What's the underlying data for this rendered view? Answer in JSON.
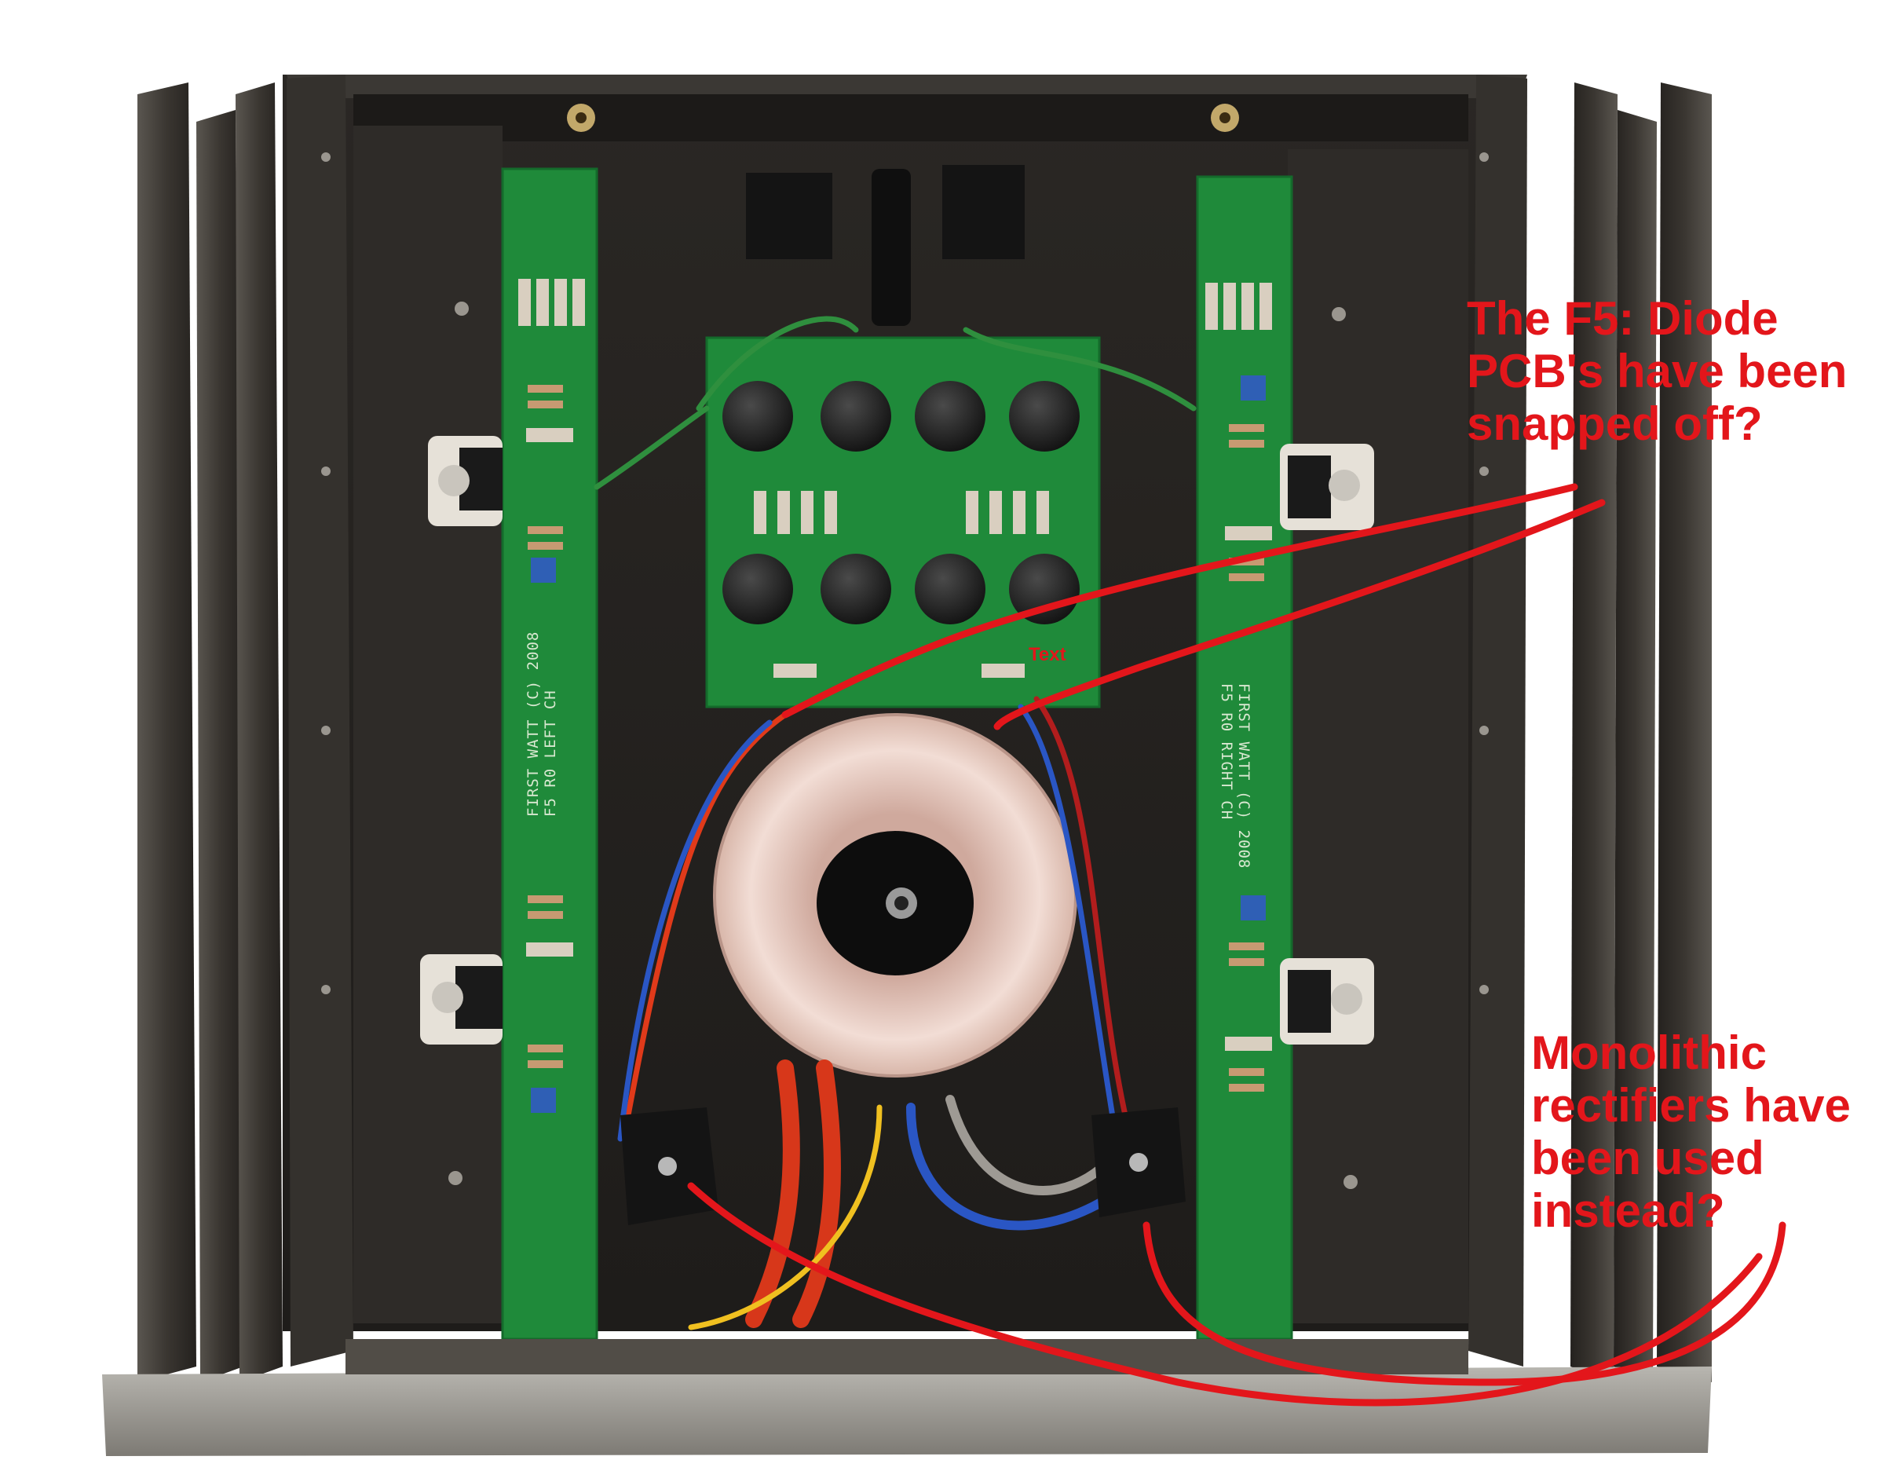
{
  "photo": {
    "subject": "F5 amplifier chassis interior"
  },
  "pcb_labels": {
    "left": [
      "FIRST WATT (C) 2008",
      "F5 R0 LEFT CH"
    ],
    "right": [
      "FIRST WATT (C) 2008",
      "F5 R0 RIGHT CH"
    ]
  },
  "annotations": {
    "top": {
      "lines": [
        "The F5: Diode",
        "PCB's have been",
        "snapped off?"
      ]
    },
    "bottom": {
      "lines": [
        "Monolithic",
        "rectifiers have",
        "been used",
        "instead?"
      ]
    },
    "stray_label": "Text"
  },
  "colors": {
    "annotation": "#e3161b",
    "pcb_green": "#1f8a3a",
    "chassis": "#2d2a26",
    "heatsink": "#3a3733",
    "toroid": "#ecd3c9"
  }
}
